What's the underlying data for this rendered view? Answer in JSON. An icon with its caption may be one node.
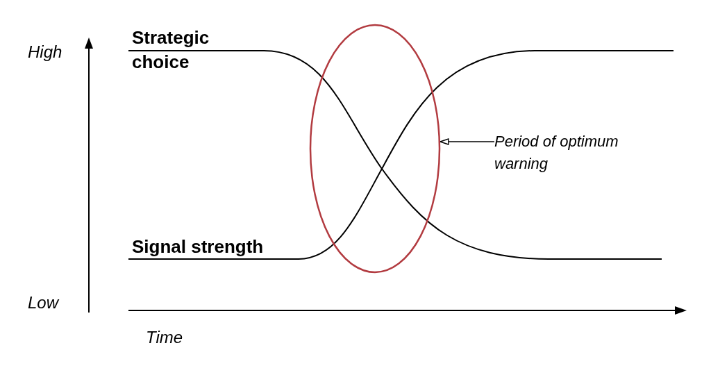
{
  "diagram": {
    "nodes": [
      {
        "text": [
          "Period of optimum warning"
        ]
      },
      {
        "text": [],
        "shape": "ellipse"
      }
    ],
    "edges": [
      {
        "from": 0,
        "to": 1,
        "arrow": "to"
      }
    ],
    "labels": [
      "High",
      "Strategic choice",
      "Signal strength",
      "Low",
      "Time"
    ]
  }
}
